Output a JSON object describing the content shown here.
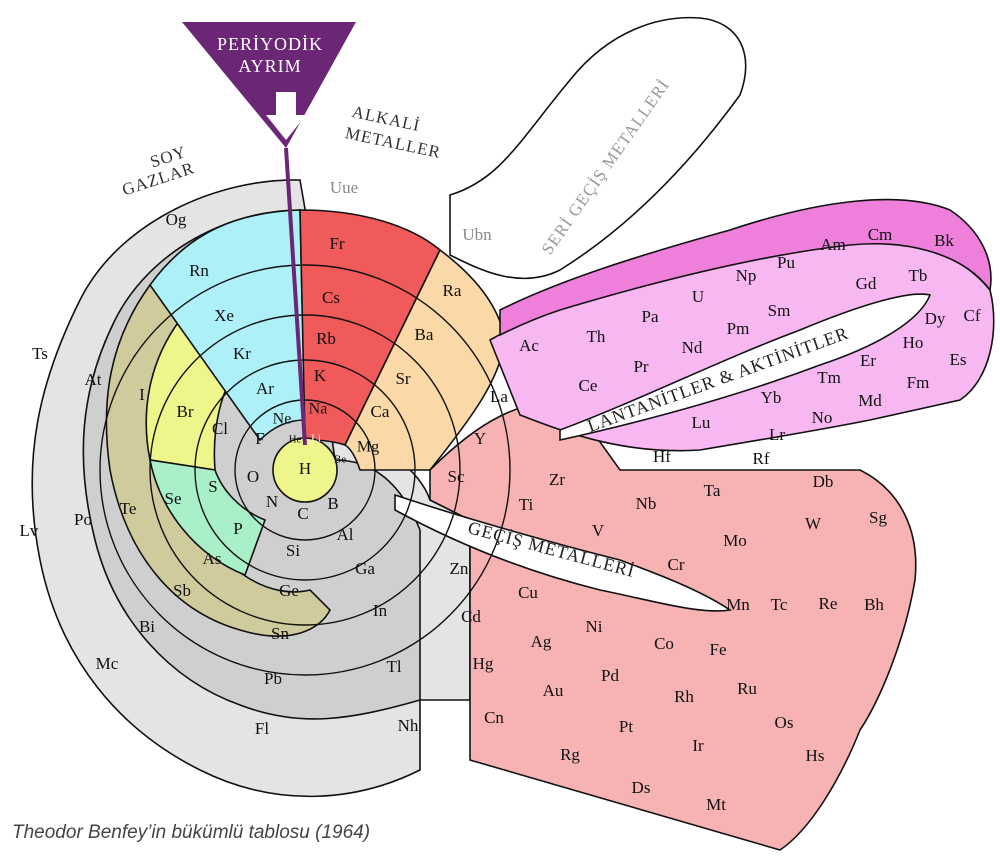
{
  "caption": "Theodor Benfey’in bükümlü tablosu (1964)",
  "marker": {
    "line1": "PERİYODİK",
    "line2": "AYRIM"
  },
  "titles": {
    "noble_gases": [
      "SOY",
      "GAZLAR"
    ],
    "alkali_metals": [
      "ALKALİ",
      "METALLER"
    ],
    "post_transition": "SERİ GEÇİŞ METALLERİ",
    "lanthanides_actinides": "LANTANİTLER & AKTİNİTLER",
    "transition_metals": "GEÇİŞ METALLERİ"
  },
  "colors": {
    "noble": "#aef0f8",
    "alkali": "#f05a5a",
    "alkaline_earth": "#fbd8a8",
    "halogen": "#eef58a",
    "chalcogen_nonmetal": "#a9f0c8",
    "olive": "#cfcb9c",
    "poor_metal": "#cfcfcf",
    "superheavy": "#e4e4e4",
    "transition": "#f7b3b3",
    "lanthanide": "#f7b8f2",
    "actinide": "#ee80dc",
    "marker": "#6b2775",
    "outline": "#111111"
  },
  "elements": {
    "core": [
      "H",
      "He",
      "Li",
      "Be"
    ],
    "period2": [
      "B",
      "C",
      "N",
      "O",
      "F",
      "Ne",
      "Mg"
    ],
    "period3": [
      "Na",
      "Al",
      "Si",
      "P",
      "S",
      "Cl",
      "Ar",
      "K",
      "Ca"
    ],
    "period4": [
      "Ga",
      "Ge",
      "As",
      "Se",
      "Br",
      "Kr",
      "Rb",
      "Sr"
    ],
    "period5": [
      "In",
      "Sn",
      "Sb",
      "Te",
      "I",
      "Xe",
      "Cs",
      "Ba"
    ],
    "period6": [
      "Tl",
      "Pb",
      "Bi",
      "Po",
      "At",
      "Rn",
      "Fr",
      "Ra"
    ],
    "period7": [
      "Nh",
      "Fl",
      "Mc",
      "Lv",
      "Ts",
      "Og",
      "Uue",
      "Ubn"
    ],
    "transition": [
      "Y",
      "Sc",
      "Zr",
      "Ti",
      "Nb",
      "V",
      "Hf",
      "Ta",
      "Mo",
      "Cr",
      "W",
      "Sg",
      "Rf",
      "Db",
      "Mn",
      "Tc",
      "Re",
      "Bh",
      "Fe",
      "Ru",
      "Os",
      "Hs",
      "Co",
      "Rh",
      "Ir",
      "Mt",
      "Ni",
      "Pd",
      "Pt",
      "Ds",
      "Cu",
      "Ag",
      "Au",
      "Rg",
      "Zn",
      "Cd",
      "Hg",
      "Cn"
    ],
    "lanthanides": [
      "La",
      "Ce",
      "Pr",
      "Nd",
      "Pm",
      "Sm",
      "Gd",
      "Tb",
      "Dy",
      "Ho",
      "Er",
      "Tm",
      "Yb",
      "Lu"
    ],
    "actinides": [
      "Ac",
      "Th",
      "Pa",
      "U",
      "Np",
      "Pu",
      "Am",
      "Cm",
      "Bk",
      "Cf",
      "Es",
      "Fm",
      "Md",
      "No",
      "Lr"
    ]
  }
}
